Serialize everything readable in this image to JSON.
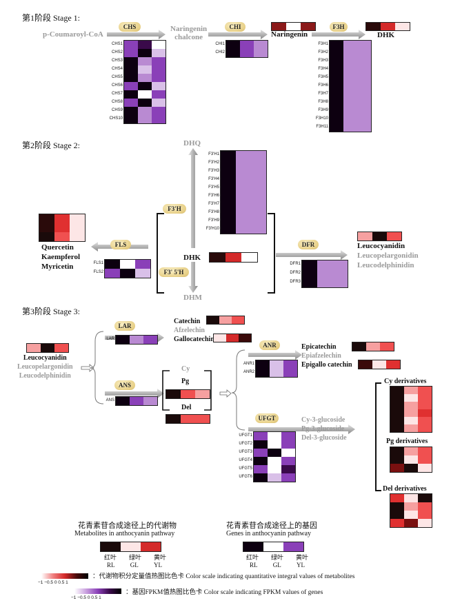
{
  "stages": {
    "s1": "第1阶段 Stage 1:",
    "s2": "第2阶段 Stage 2:",
    "s3": "第3阶段 Stage 3:"
  },
  "compounds": {
    "p_coumaroyl": "p-Coumaroyl-CoA",
    "naringenin_chalcone_1": "Naringenin",
    "naringenin_chalcone_2": "chalcone",
    "naringenin": "Naringenin",
    "dhk": "DHK",
    "dhq": "DHQ",
    "dhm": "DHM",
    "dhk2": "DHK",
    "quercetin": "Quercetin",
    "kaempferol": "Kaempferol",
    "myricetin": "Myricetin",
    "leucocyanidin": "Leucocyanidin",
    "leucopelargonidin": "Leucopelargonidin",
    "leucodelphinidin": "Leucodelphinidin",
    "s3_leucocyanidin": "Leucocyanidin",
    "s3_leucopelargonidin": "Leucopelargonidin",
    "s3_leucodelphinidin": "Leucodelphinidin",
    "catechin": "Catechin",
    "afzelechin": "Afzelechin",
    "gallocatechin": "Gallocatechin",
    "cy": "Cy",
    "pg": "Pg",
    "del": "Del",
    "epicatechin": "Epicatechin",
    "epiafzelechin": "Epiafzelechin",
    "epigallo": "Epigallo catechin",
    "cy3g": "Cy-3-glucoside",
    "pg3g": "Pg-3-glucoside",
    "del3g": "Del-3-glucoside",
    "cy_deriv": "Cy derivatives",
    "pg_deriv": "Pg derivatives",
    "del_deriv": "Del derivatives"
  },
  "enzymes": {
    "chs": "CHS",
    "chi": "CHI",
    "f3h": "F3H",
    "f3ph": "F3'H",
    "f35h": "F3' 5'H",
    "fls": "FLS",
    "dfr": "DFR",
    "lar": "LAR",
    "ans": "ANS",
    "anr": "ANR",
    "ufgt": "UFGT"
  },
  "colors": {
    "metab_dark": "#1a0a0a",
    "metab_mid": "#e03030",
    "metab_light": "#f6a0a0",
    "metab_white": "#ffffff",
    "gene_dark": "#0d0010",
    "gene_mid": "#8a40b8",
    "gene_light": "#c9a0de",
    "gene_white": "#ffffff",
    "arrow_gray": "#9a9a9a"
  },
  "genes": {
    "chs": [
      "CHS1",
      "CHS2",
      "CHS3",
      "CHS4",
      "CHS5",
      "CHS6",
      "CHS7",
      "CHS8",
      "CHS9",
      "CHS10"
    ],
    "chi": [
      "CHI1",
      "CHI2"
    ],
    "f3h": [
      "F3H1",
      "F3H2",
      "F3H3",
      "F3H4",
      "F3H5",
      "F3H6",
      "F3H7",
      "F3H8",
      "F3H9",
      "F3H10",
      "F3H11"
    ],
    "f3ph": [
      "F3'H1",
      "F3'H2",
      "F3'H3",
      "F3'H4",
      "F3'H5",
      "F3'H6",
      "F3'H7",
      "F3'H8",
      "F3'H9",
      "F3'H10"
    ],
    "fls": [
      "FLS1",
      "FLS2"
    ],
    "dfr": [
      "DFR1",
      "DFR2",
      "DFR3"
    ],
    "lar": [
      "LAR"
    ],
    "ans": [
      "ANS"
    ],
    "anr": [
      "ANR1",
      "ANR2"
    ],
    "ufgt": [
      "UFGT1",
      "UFGT2",
      "UFGT3",
      "UFGT4",
      "UFGT5",
      "UFGT6"
    ]
  },
  "legend": {
    "metab_cn": "花青素苷合成途径上的代谢物",
    "metab_en": "Metabolites in anthocyanin pathway",
    "gene_cn": "花青素苷合成途径上的基因",
    "gene_en": "Genes in anthocyanin pathway",
    "rl_cn": "红叶",
    "gl_cn": "绿叶",
    "yl_cn": "黄叶",
    "rl": "RL",
    "gl": "GL",
    "yl": "YL",
    "scale_ticks": "−1 −0.5  0  0.5  1",
    "metab_scale_text": "：代谢物积分定量值热图比色卡 Color scale indicating quantitative integral values of metabolites",
    "gene_scale_text": "：基因FPKM值热图比色卡 Color scale indicating FPKM values of genes"
  }
}
